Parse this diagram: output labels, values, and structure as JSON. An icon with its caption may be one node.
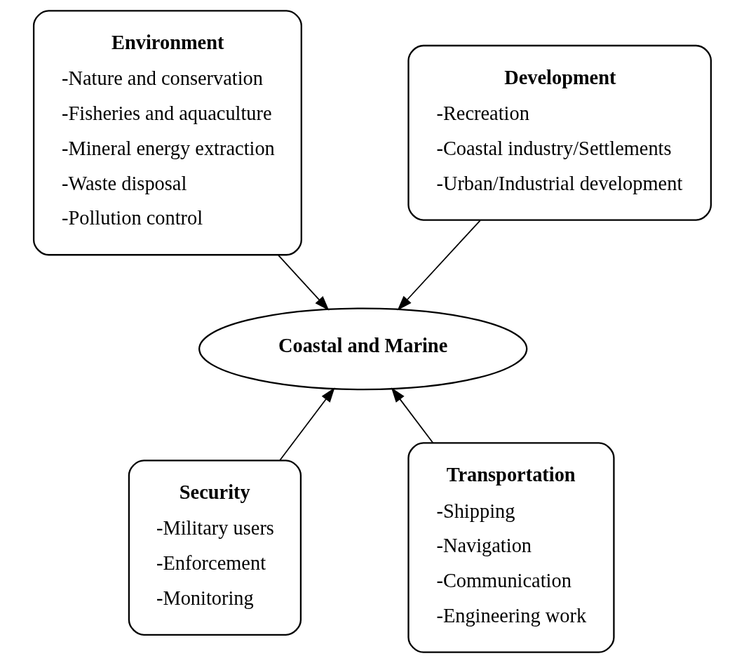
{
  "diagram": {
    "nodes": [
      {
        "text": [
          "Environment",
          "-Nature and conservation",
          "-Fisheries and aquaculture",
          "-Mineral energy extraction",
          "-Waste disposal",
          "-Pollution control"
        ]
      },
      {
        "text": [
          "Development",
          "-Recreation",
          "-Coastal industry/Settlements",
          "-Urban/Industrial development"
        ]
      },
      {
        "text": [
          "Coastal and Marine"
        ]
      },
      {
        "text": [
          "Security",
          "-Military users",
          "-Enforcement",
          "-Monitoring"
        ]
      },
      {
        "text": [
          "Transportation",
          "-Shipping",
          "-Navigation",
          "-Communication",
          "-Engineering work"
        ]
      }
    ],
    "edges": [
      {
        "from": 0,
        "to": 2,
        "arrow": "to"
      },
      {
        "from": 1,
        "to": 2,
        "arrow": "to"
      },
      {
        "from": 3,
        "to": 2,
        "arrow": "to"
      },
      {
        "from": 4,
        "to": 2,
        "arrow": "to"
      }
    ]
  }
}
